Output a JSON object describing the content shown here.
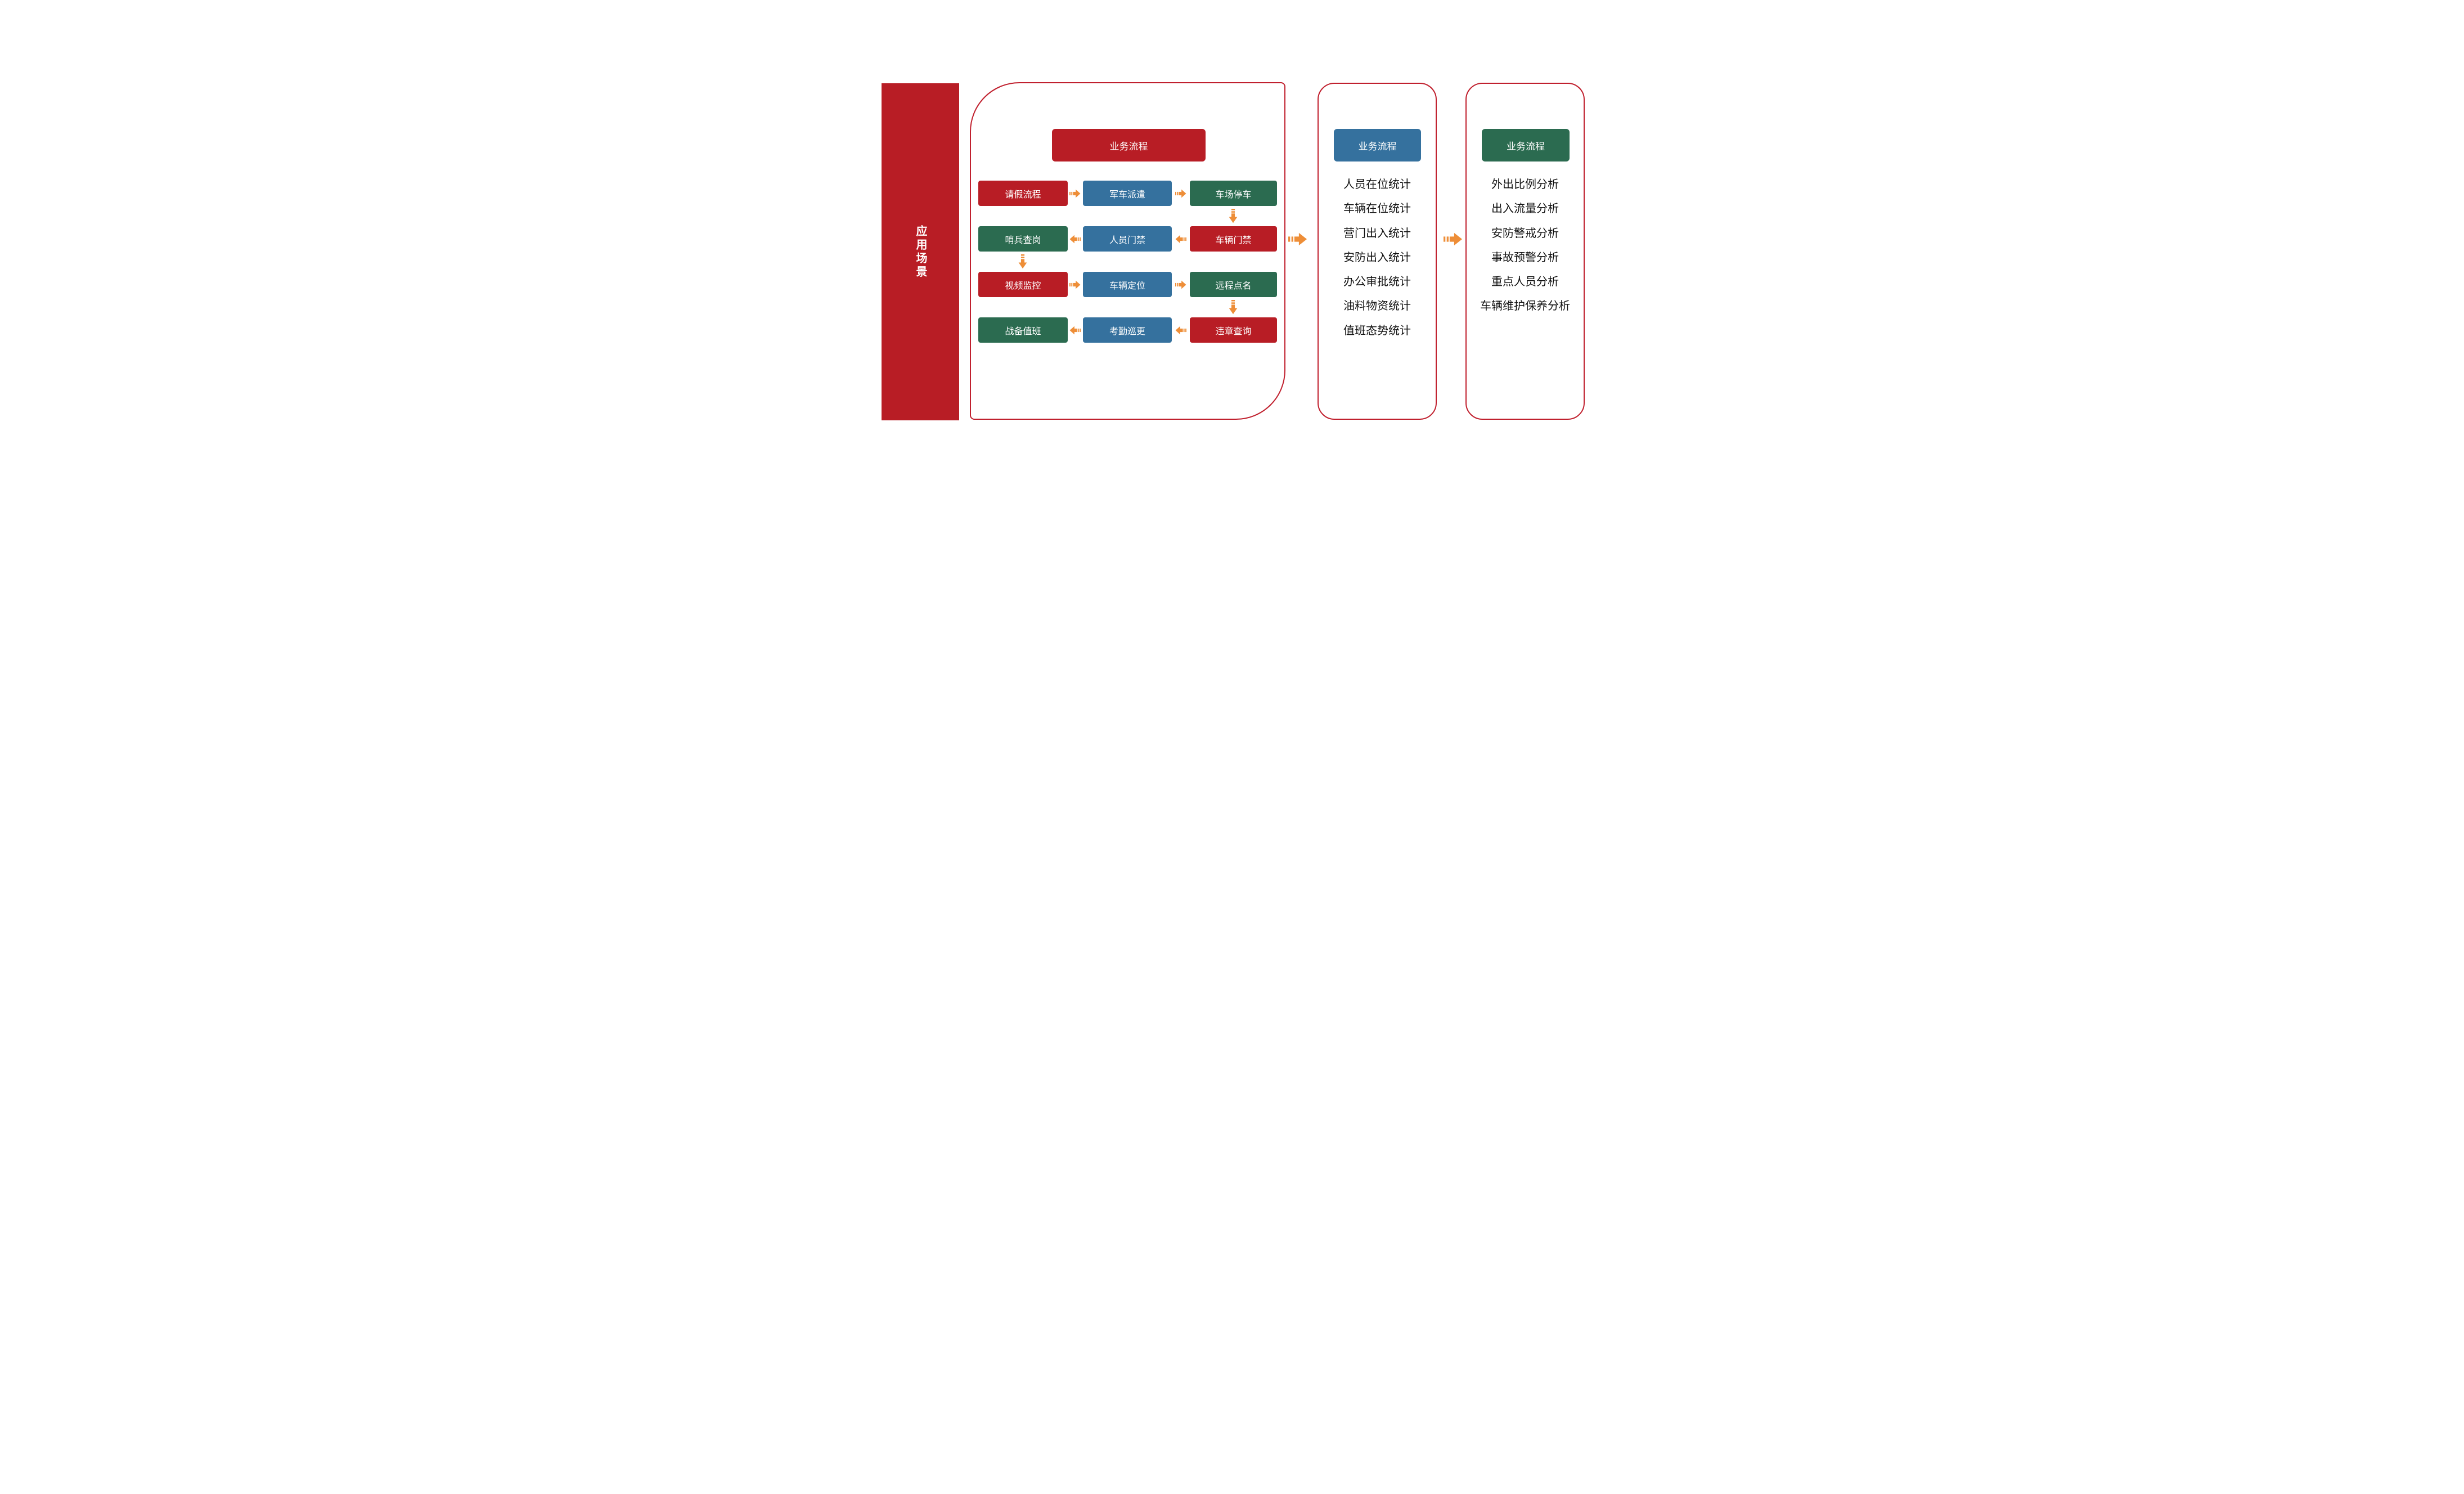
{
  "colors": {
    "red": "#b81d25",
    "blue": "#35719e",
    "green": "#2b6b50",
    "orange": "#ee8e38",
    "border": "#c0202e",
    "ink": "#111111",
    "white": "#ffffff"
  },
  "sidebar": {
    "title": "应用场景"
  },
  "main_panel": {
    "header": {
      "label": "业务流程",
      "variant": "red"
    },
    "rows": [
      {
        "flow": "right",
        "boxes": [
          {
            "label": "请假流程",
            "variant": "red"
          },
          {
            "label": "军车派遣",
            "variant": "blue"
          },
          {
            "label": "车场停车",
            "variant": "green"
          }
        ]
      },
      {
        "flow": "left",
        "boxes": [
          {
            "label": "哨兵查岗",
            "variant": "green"
          },
          {
            "label": "人员门禁",
            "variant": "blue"
          },
          {
            "label": "车辆门禁",
            "variant": "red"
          }
        ]
      },
      {
        "flow": "right",
        "boxes": [
          {
            "label": "视频监控",
            "variant": "red"
          },
          {
            "label": "车辆定位",
            "variant": "blue"
          },
          {
            "label": "远程点名",
            "variant": "green"
          }
        ]
      },
      {
        "flow": "left",
        "boxes": [
          {
            "label": "战备值班",
            "variant": "green"
          },
          {
            "label": "考勤巡更",
            "variant": "blue"
          },
          {
            "label": "违章查询",
            "variant": "red"
          }
        ]
      }
    ]
  },
  "stats_panel": {
    "header": {
      "label": "业务流程",
      "variant": "blue"
    },
    "items": [
      "人员在位统计",
      "车辆在位统计",
      "营门出入统计",
      "安防出入统计",
      "办公审批统计",
      "油料物资统计",
      "值班态势统计"
    ]
  },
  "analysis_panel": {
    "header": {
      "label": "业务流程",
      "variant": "green"
    },
    "items": [
      "外出比例分析",
      "出入流量分析",
      "安防警戒分析",
      "事故预警分析",
      "重点人员分析",
      "车辆维护保养分析"
    ]
  }
}
